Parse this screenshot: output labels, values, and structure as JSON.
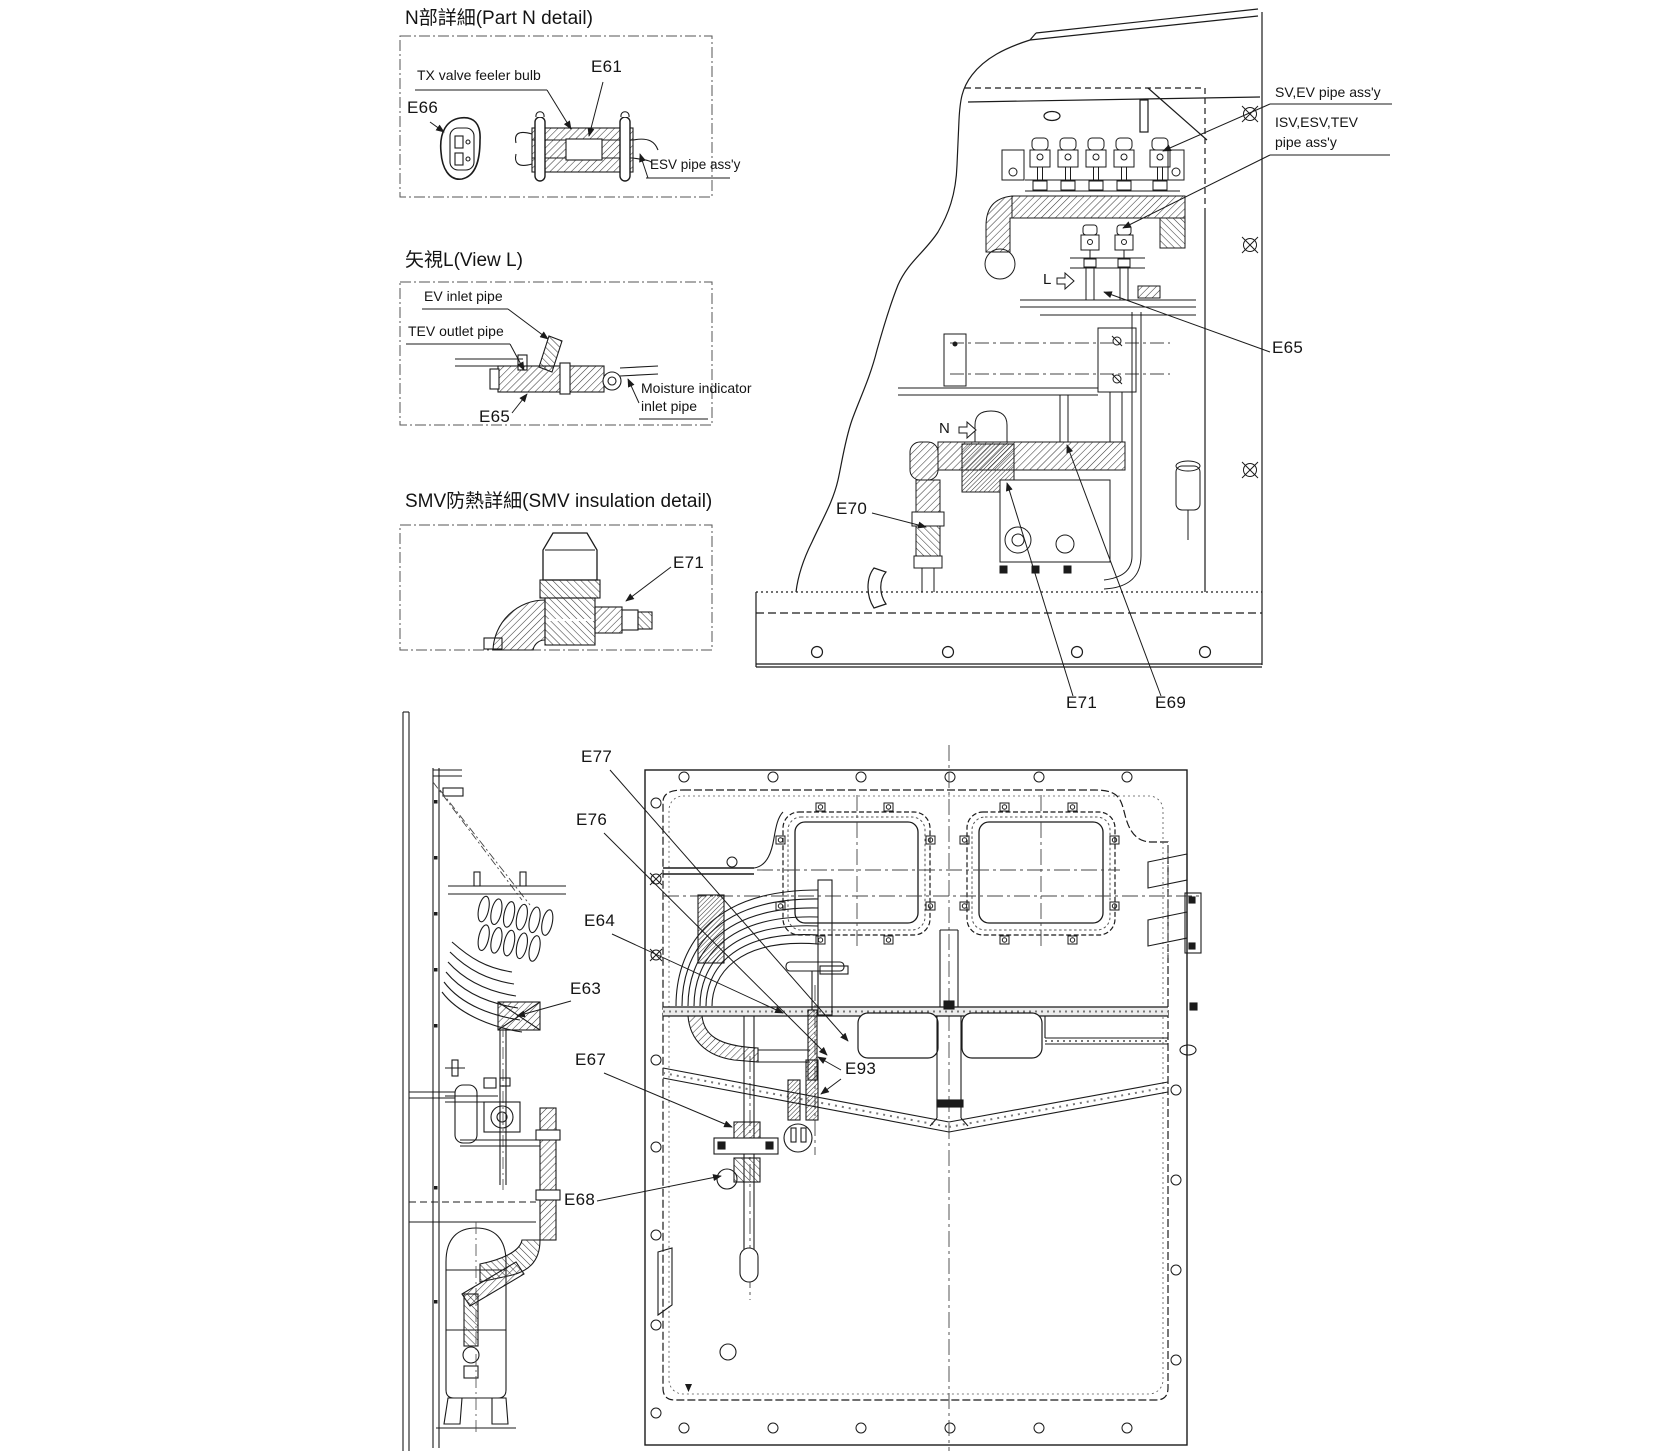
{
  "diagram": {
    "insets": {
      "part_n": {
        "title": "N部詳細(Part N detail)",
        "tx_valve": "TX valve feeler bulb",
        "e61": "E61",
        "e66": "E66",
        "esv": "ESV pipe ass'y"
      },
      "view_l": {
        "title": "矢視L(View L)",
        "ev_inlet": "EV inlet pipe",
        "tev_outlet": "TEV outlet pipe",
        "e65": "E65",
        "moisture_1": "Moisture indicator",
        "moisture_2": "inlet pipe"
      },
      "smv": {
        "title": "SMV防熱詳細(SMV insulation detail)",
        "e71": "E71"
      }
    },
    "side_elevation": {
      "sv_ev": "SV,EV pipe ass'y",
      "isv_1": "ISV,ESV,TEV",
      "isv_2": "pipe ass'y",
      "e65": "E65",
      "e70": "E70",
      "e71": "E71",
      "e69": "E69",
      "marker_n": "N",
      "marker_l": "L"
    },
    "left_section": {
      "e77": "E77",
      "e76": "E76",
      "e64": "E64",
      "e63": "E63",
      "e67": "E67",
      "e68": "E68"
    },
    "rear_panel": {
      "e93": "E93"
    },
    "colors": {
      "line": "#1b1b1b",
      "background": "#ffffff"
    }
  }
}
